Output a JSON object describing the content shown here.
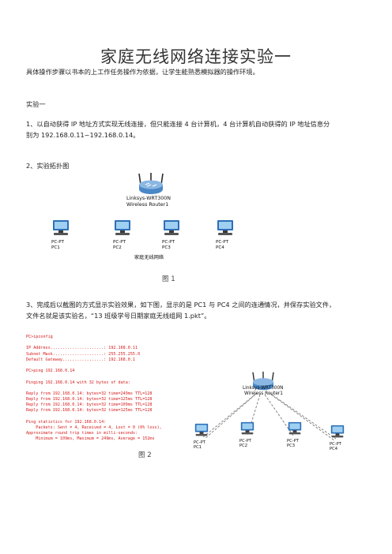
{
  "doc": {
    "title": "家庭无线网络连接实验一",
    "intro": "具体操作步骤以书本的上工作任务操作为依据，让学生能熟悉模拟器的操作环境。",
    "section": "实验一",
    "step1_line1": "1、以自动获得 IP 地址方式实现无线连接，但只能连接 4 台计算机，4 台计算机自动获得的 IP 地址信息分",
    "step1_line2": "别为 192.168.0.11~192.168.0.14。",
    "step2": "2、实验拓扑图",
    "step3_line1": "3、完成后以截图的方式显示实验效果，如下图，显示的是 PC1 与 PC4 之间的连通情况，并保存实验文件，",
    "step3_line2": "文件名就是该实验名，“13 班级学号日期家庭无线组网 1.pkt”。",
    "fig1_caption": "图 1",
    "fig2_caption": "图 2"
  },
  "topology1": {
    "router_model": "Linksys-WRT300N",
    "router_name": "Wireless Router1",
    "network_label": "家庭无线网络",
    "pcs": [
      {
        "type": "PC-PT",
        "name": "PC1"
      },
      {
        "type": "PC-PT",
        "name": "PC2"
      },
      {
        "type": "PC-PT",
        "name": "PC3"
      },
      {
        "type": "PC-PT",
        "name": "PC4"
      }
    ]
  },
  "terminal": {
    "lines": [
      "PC>ipconfig",
      "",
      "IP Address......................: 192.168.0.11",
      "Subnet Mask.....................: 255.255.255.0",
      "Default Gateway.................: 192.168.0.1",
      "",
      "PC>ping 192.168.0.14",
      "",
      "Pinging 192.168.0.14 with 32 bytes of data:",
      "",
      "Reply from 192.168.0.14: bytes=32 time=249ms TTL=128",
      "Reply from 192.168.0.14: bytes=32 time=125ms TTL=128",
      "Reply from 192.168.0.14: bytes=32 time=109ms TTL=128",
      "Reply from 192.168.0.14: bytes=32 time=125ms TTL=128",
      "",
      "Ping statistics for 192.168.0.14:",
      "    Packets: Sent = 4, Received = 4, Lost = 0 (0% loss),",
      "Approximate round trip times in milli-seconds:",
      "    Minimum = 109ms, Maximum = 249ms, Average = 152ms"
    ]
  },
  "topology2": {
    "router_model": "Linksys-WRT300N",
    "router_name": "Wireless Router1",
    "pcs": [
      {
        "type": "PC-PT",
        "name": "PC1"
      },
      {
        "type": "PC-PT",
        "name": "PC2"
      },
      {
        "type": "PC-PT",
        "name": "PC3"
      },
      {
        "type": "PC-PT",
        "name": "PC4"
      }
    ]
  },
  "colors": {
    "terminal_text": "#d61a1a",
    "pc_blue": "#2e6fb8",
    "router_blue": "#4a88c7",
    "wireless_link": "#7a7a7a"
  }
}
